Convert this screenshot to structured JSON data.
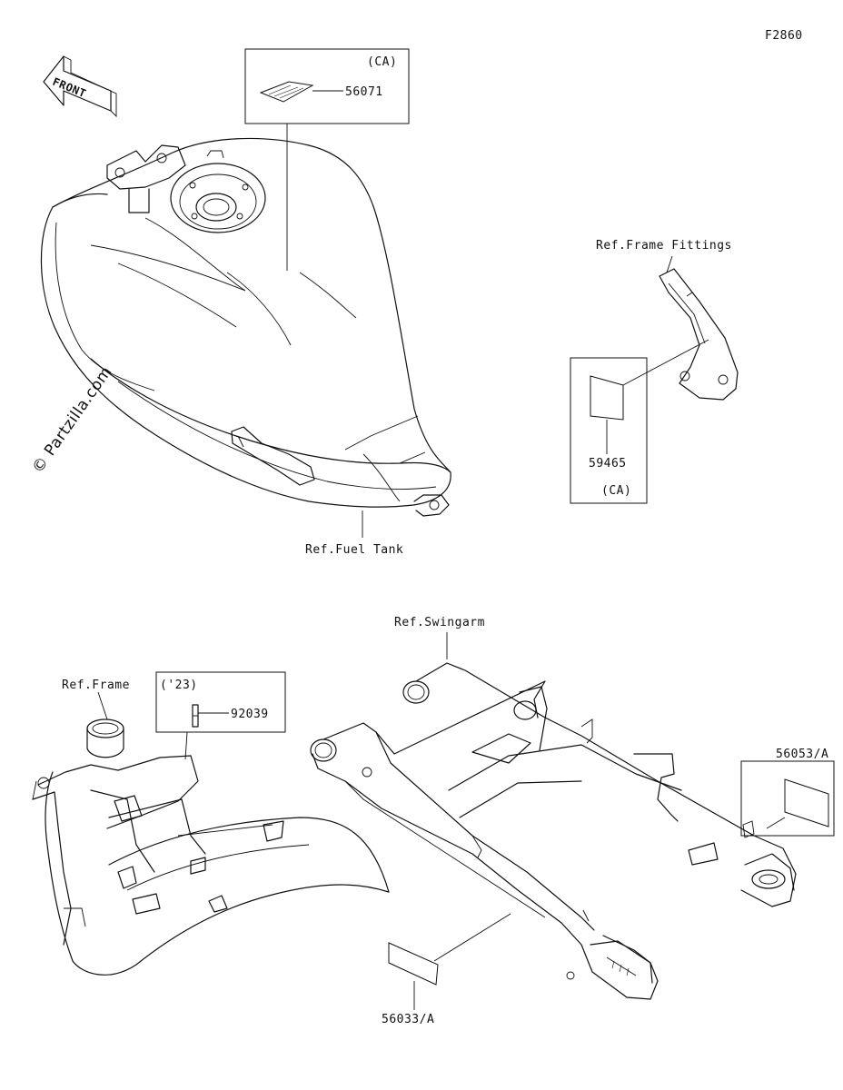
{
  "figure_id": "F2860",
  "front_arrow_label": "FRONT",
  "watermark": "© Partzilla.com",
  "labels": {
    "tank_part": "56071",
    "tank_region": "(CA)",
    "ref_fuel_tank": "Ref.Fuel Tank",
    "ref_frame_fittings": "Ref.Frame Fittings",
    "fittings_part": "59465",
    "fittings_region": "(CA)",
    "ref_frame": "Ref.Frame",
    "frame_year": "('23)",
    "frame_part": "92039",
    "ref_swingarm": "Ref.Swingarm",
    "swingarm_part_right": "56053/A",
    "swingarm_part_bottom": "56033/A"
  }
}
